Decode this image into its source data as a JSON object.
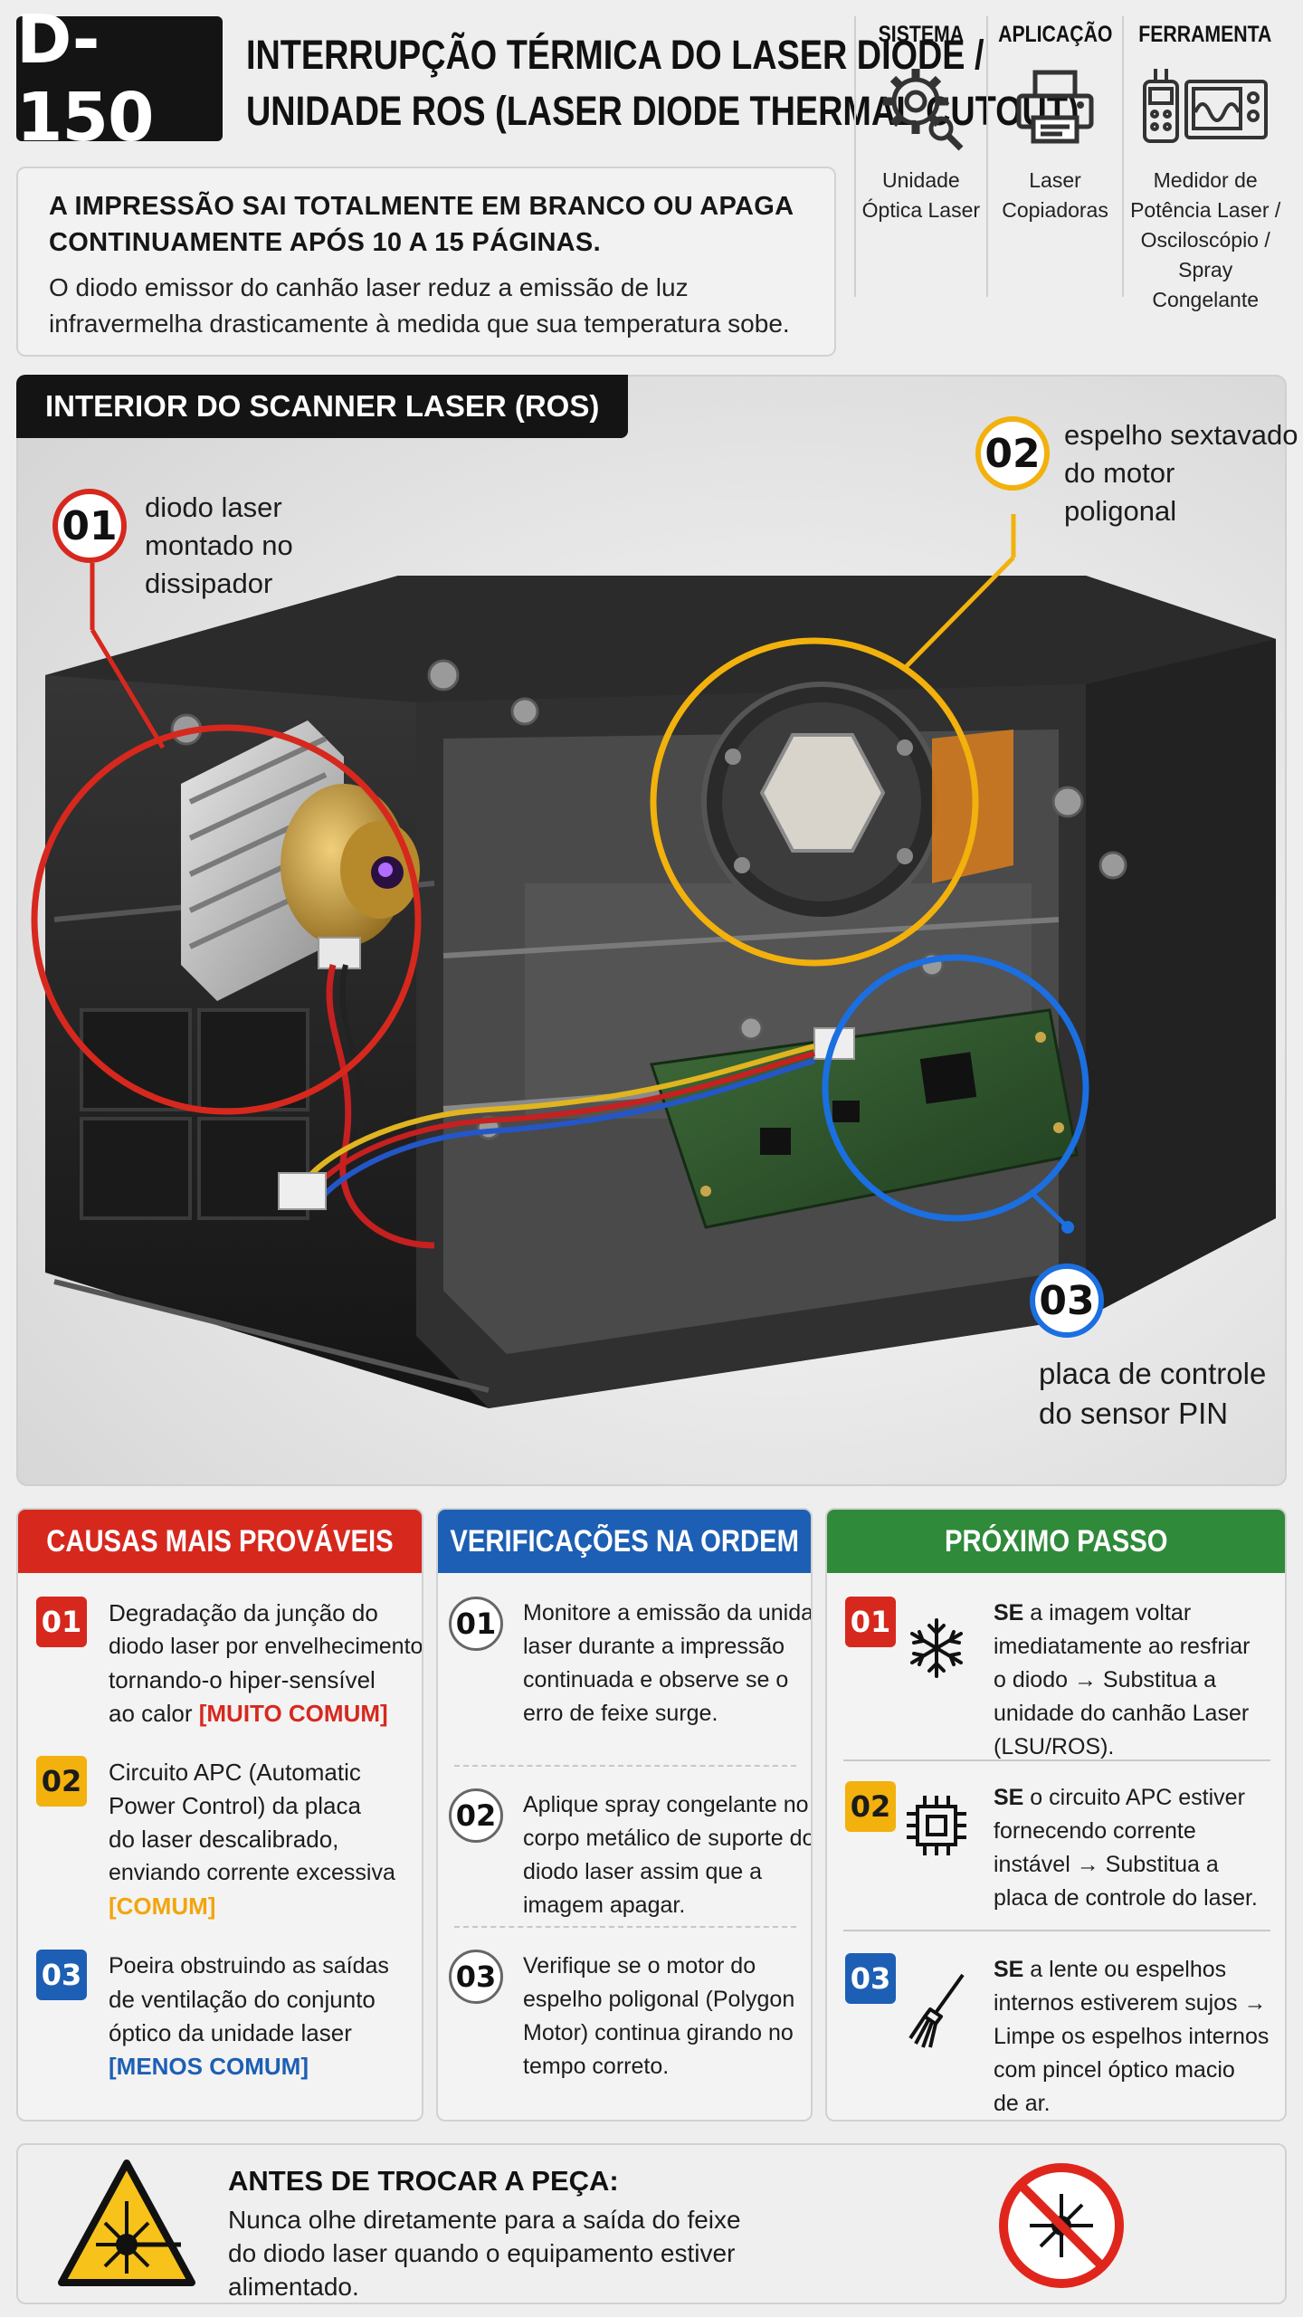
{
  "header": {
    "code": "D-150",
    "title_line1": "INTERRUPÇÃO TÉRMICA DO LASER DIODE /",
    "title_line2": "UNIDADE ROS (LASER DIODE THERMAL CUTOUT)"
  },
  "symptom": {
    "lead_line1": "A IMPRESSÃO SAI TOTALMENTE EM BRANCO OU APAGA",
    "lead_line2": "CONTINUAMENTE APÓS 10 A 15 PÁGINAS.",
    "desc_line1": "O diodo emissor do canhão laser reduz a emissão de luz",
    "desc_line2": "infravermelha drasticamente à medida que sua temperatura sobe."
  },
  "meta": [
    {
      "head": "SISTEMA",
      "icon": "gear-search-icon",
      "lines": [
        "Unidade",
        "Óptica Laser"
      ]
    },
    {
      "head": "APLICAÇÃO",
      "icon": "printer-icon",
      "lines": [
        "Laser",
        "Copiadoras"
      ]
    },
    {
      "head": "FERRAMENTA",
      "icon": "meter-oscilloscope-icon",
      "lines": [
        "Medidor de",
        "Potência Laser /",
        "Osciloscópio /",
        "Spray Congelante"
      ]
    }
  ],
  "photo": {
    "tag": "INTERIOR DO SCANNER LASER (ROS)",
    "callouts": [
      {
        "num": "01",
        "lines": [
          "diodo laser",
          "montado no",
          "dissipador"
        ],
        "color": "#d7281e"
      },
      {
        "num": "02",
        "lines": [
          "espelho sextavado",
          "do motor",
          "poligonal"
        ],
        "color": "#f2b10c"
      },
      {
        "num": "03",
        "lines": [
          "placa de controle",
          "do sensor PIN"
        ],
        "color": "#1b6fe0"
      }
    ]
  },
  "causes": {
    "title": "CAUSAS MAIS PROVÁVEIS",
    "color": "#d7281e",
    "items": [
      {
        "num": "01",
        "color": "#d7281e",
        "lines": [
          "Degradação da junção do",
          "diodo laser por envelhecimento,",
          "tornando-o hiper-sensível",
          "ao calor "
        ],
        "tag": "[MUITO COMUM]",
        "tag_color": "#d7281e"
      },
      {
        "num": "02",
        "color": "#f2b10c",
        "lines": [
          "Circuito APC (Automatic",
          "Power Control) da placa",
          "do laser descalibrado,",
          "enviando corrente excessiva"
        ],
        "tag": "[COMUM]",
        "tag_color": "#f2a50c"
      },
      {
        "num": "03",
        "color": "#1d5fb4",
        "lines": [
          "Poeira obstruindo as saídas",
          "de ventilação do conjunto",
          "óptico da unidade laser"
        ],
        "tag": "[MENOS COMUM]",
        "tag_color": "#1d5fb4"
      }
    ]
  },
  "checks": {
    "title": "VERIFICAÇÕES NA ORDEM",
    "color": "#1d5fb4",
    "items": [
      {
        "num": "01",
        "lines": [
          "Monitore a emissão da unidade",
          "laser durante a impressão",
          "continuada e observe se o",
          "erro de feixe surge."
        ]
      },
      {
        "num": "02",
        "lines": [
          "Aplique spray congelante no",
          "corpo metálico de suporte do",
          "diodo laser assim que a",
          "imagem apagar."
        ]
      },
      {
        "num": "03",
        "lines": [
          "Verifique se o motor do",
          "espelho poligonal (Polygon",
          "Motor) continua girando no",
          "tempo correto."
        ]
      }
    ]
  },
  "next": {
    "title": "PRÓXIMO PASSO",
    "color": "#2f8a3a",
    "items": [
      {
        "num": "01",
        "color": "#d7281e",
        "icon": "snowflake-icon",
        "bold": "SE",
        "lines": [
          " a imagem voltar",
          "imediatamente ao resfriar",
          "o diodo → Substitua a",
          "unidade do canhão Laser",
          "(LSU/ROS)."
        ]
      },
      {
        "num": "02",
        "color": "#f2b10c",
        "icon": "chip-icon",
        "bold": "SE",
        "lines": [
          " o circuito APC estiver",
          "fornecendo corrente",
          "instável → Substitua a",
          "placa de controle do laser."
        ]
      },
      {
        "num": "03",
        "color": "#1d5fb4",
        "icon": "brush-icon",
        "bold": "SE",
        "lines": [
          " a lente ou espelhos",
          "internos estiverem sujos →",
          "Limpe os espelhos internos",
          "com pincel óptico macio",
          "de ar."
        ]
      }
    ]
  },
  "warning": {
    "title": "ANTES DE TROCAR A PEÇA:",
    "lines": [
      "Nunca olhe diretamente para a saída do feixe",
      "do diodo laser quando o equipamento estiver",
      "alimentado."
    ],
    "icon_left": "laser-warning-icon",
    "icon_right": "no-laser-eye-icon"
  }
}
